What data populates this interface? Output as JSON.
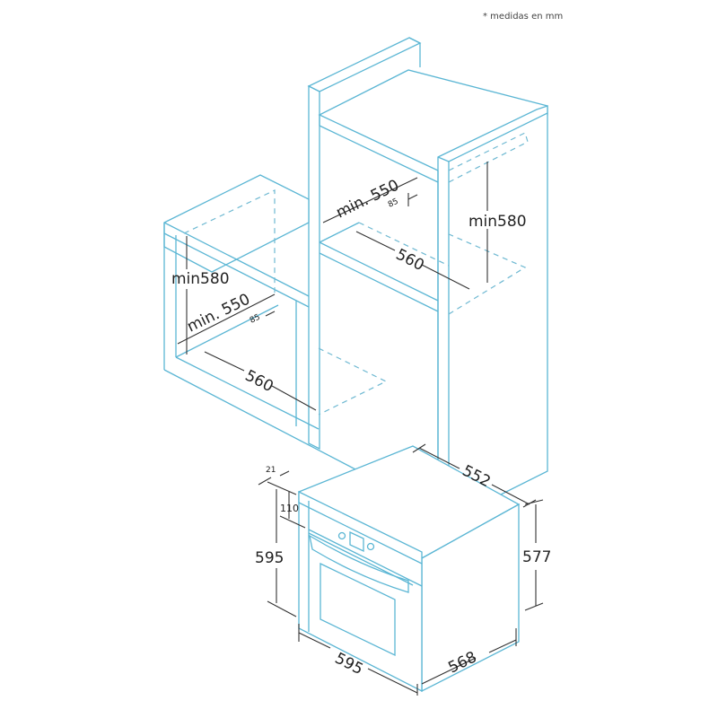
{
  "note": "* medidas en mm",
  "colors": {
    "line": "#5bb6d4",
    "dimension": "#333333",
    "background": "#ffffff"
  },
  "upper_cabinet": {
    "depth_label": "min. 550",
    "offset_label": "85",
    "width_label": "560",
    "height_label": "min580"
  },
  "lower_cabinet": {
    "depth_label": "min. 550",
    "offset_label": "85",
    "width_label": "560",
    "height_label": "min580"
  },
  "oven": {
    "front_width": "595",
    "front_height": "595",
    "panel_height": "110",
    "frame_depth": "21",
    "body_depth": "552",
    "body_height": "577",
    "body_width": "568"
  }
}
